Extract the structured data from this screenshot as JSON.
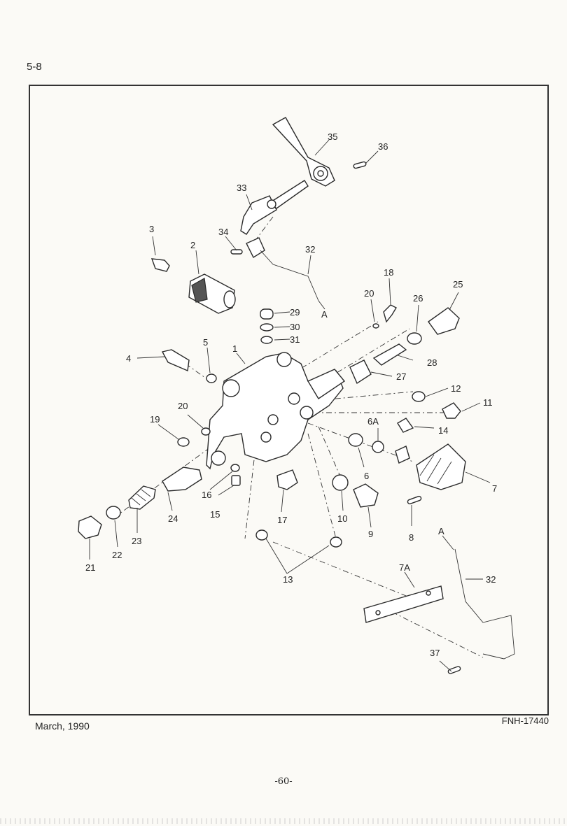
{
  "page": {
    "section_label": "5-8",
    "footer_date": "March, 1990",
    "footer_code": "FNH-17440",
    "page_number": "-60-"
  },
  "callouts": [
    "1",
    "2",
    "3",
    "4",
    "5",
    "6",
    "6A",
    "7",
    "7A",
    "8",
    "9",
    "10",
    "11",
    "12",
    "13",
    "14",
    "15",
    "16",
    "17",
    "18",
    "19",
    "20",
    "20",
    "21",
    "22",
    "23",
    "24",
    "25",
    "26",
    "27",
    "28",
    "29",
    "30",
    "31",
    "32",
    "32",
    "33",
    "34",
    "35",
    "36",
    "37",
    "A",
    "A"
  ]
}
